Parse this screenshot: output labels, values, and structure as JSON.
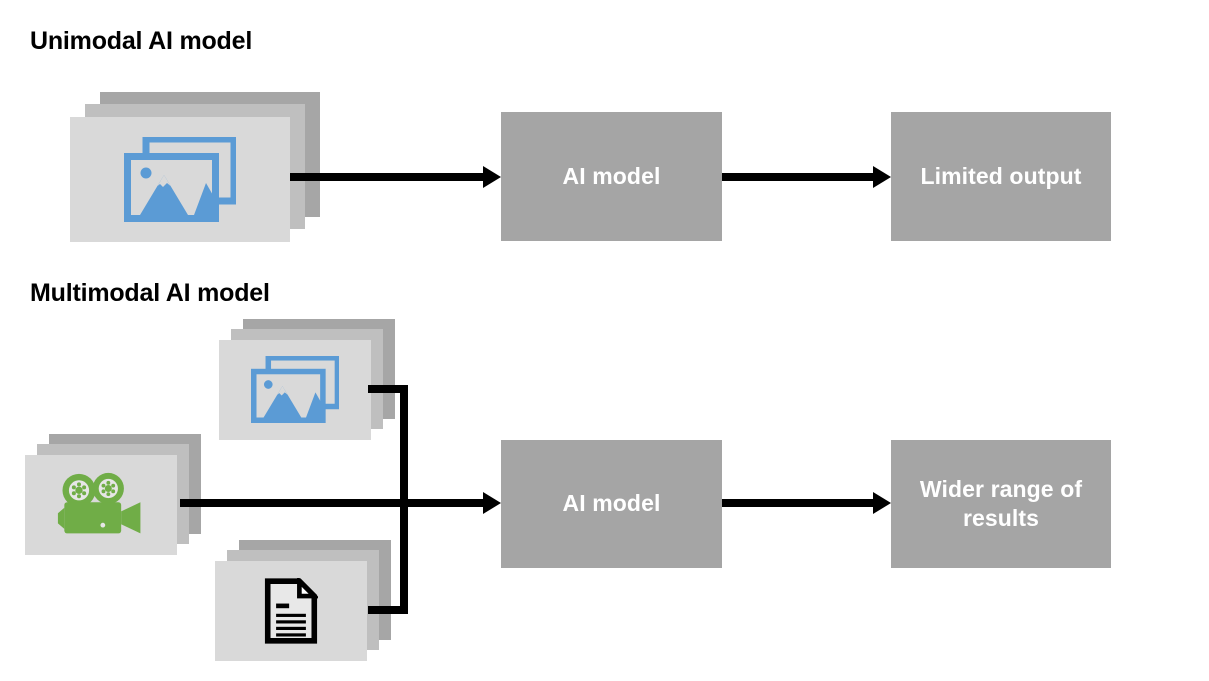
{
  "diagram": {
    "type": "flow-diagram",
    "background": "#ffffff",
    "sections": [
      {
        "id": "unimodal",
        "title": "Unimodal AI model",
        "inputs": [
          {
            "icon": "image-icon",
            "icon_color": "#5b9bd5",
            "stack_count": 3
          }
        ],
        "process": {
          "label": "AI model"
        },
        "output": {
          "label": "Limited output"
        }
      },
      {
        "id": "multimodal",
        "title": "Multimodal AI model",
        "inputs": [
          {
            "icon": "image-icon",
            "icon_color": "#5b9bd5",
            "stack_count": 3
          },
          {
            "icon": "video-camera-icon",
            "icon_color": "#70ad47",
            "stack_count": 3
          },
          {
            "icon": "document-icon",
            "icon_color": "#000000",
            "stack_count": 3
          }
        ],
        "process": {
          "label": "AI model"
        },
        "output": {
          "label": "Wider range of results",
          "line1": "Wider range of",
          "line2": "results"
        }
      }
    ],
    "colors": {
      "card_back": "#a6a6a6",
      "card_mid": "#bfbfbf",
      "card_front": "#d9d9d9",
      "process_box": "#a5a5a5",
      "process_text": "#ffffff",
      "connector": "#000000",
      "title_text": "#000000",
      "image_icon": "#5b9bd5",
      "video_icon": "#70ad47",
      "document_icon": "#000000"
    }
  }
}
